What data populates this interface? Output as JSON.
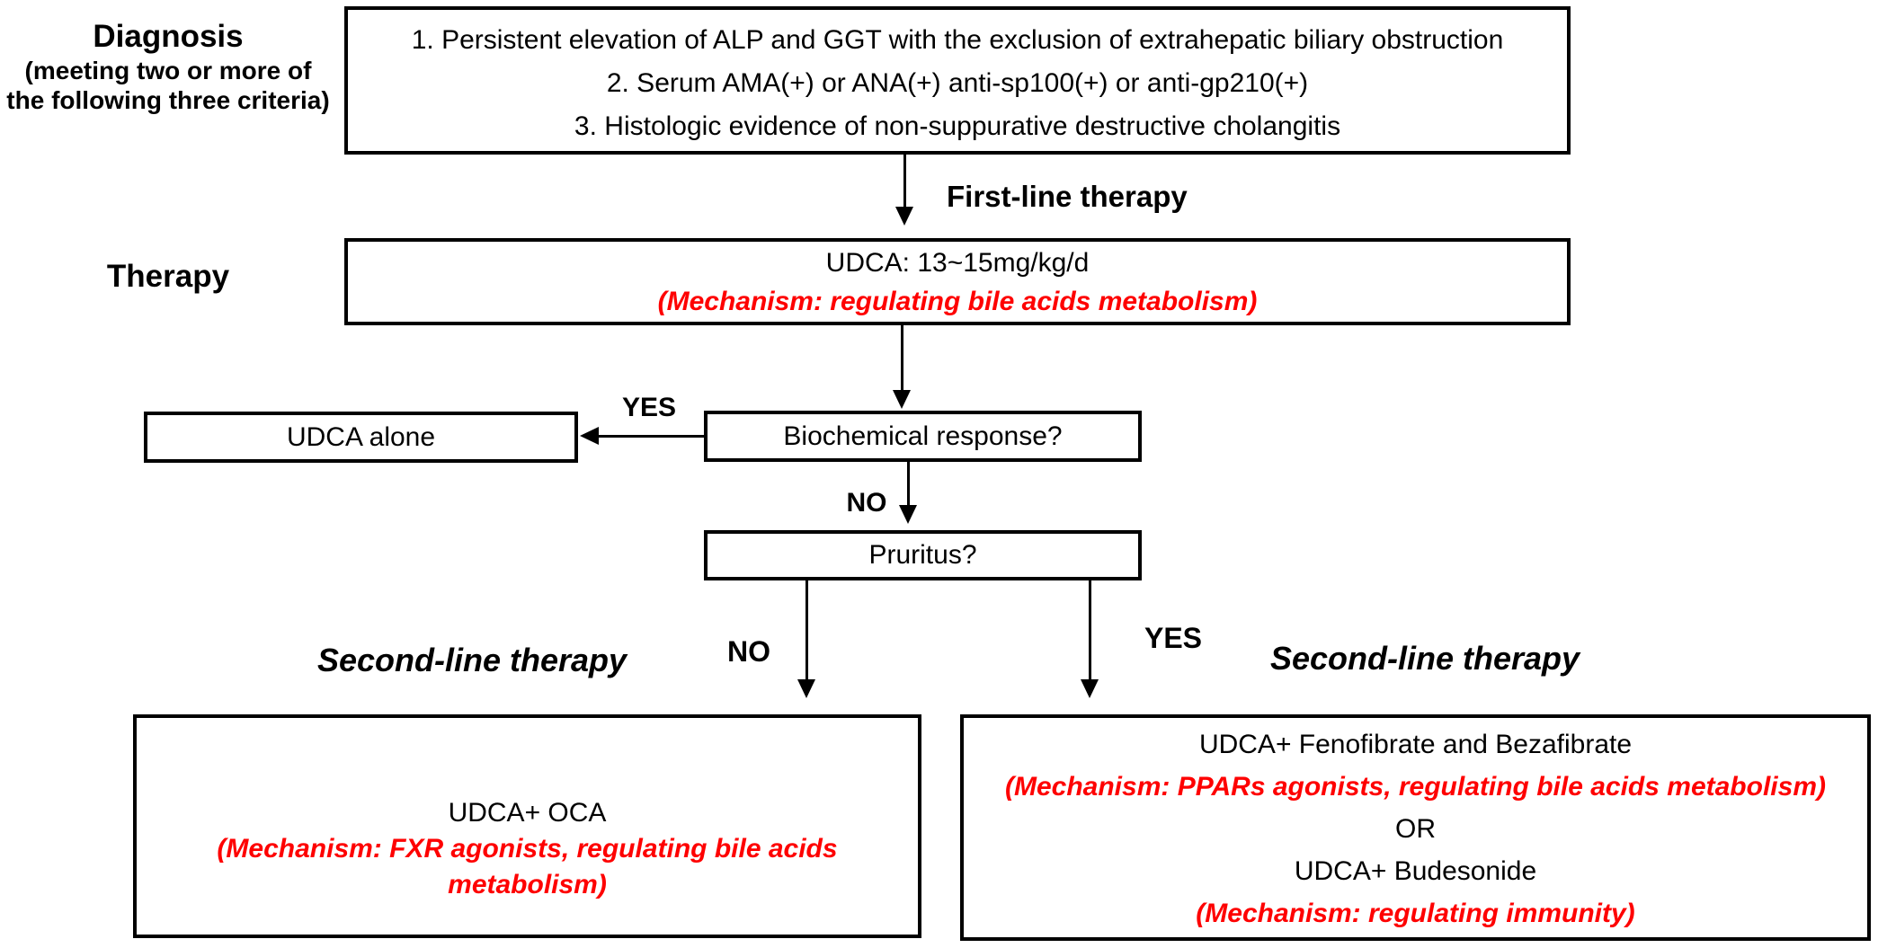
{
  "labels": {
    "diagnosis_title": "Diagnosis",
    "diagnosis_sub1": "(meeting two or more of",
    "diagnosis_sub2": "the following three criteria)",
    "therapy": "Therapy",
    "first_line": "First-line therapy",
    "second_line_left": "Second-line therapy",
    "second_line_right": "Second-line therapy",
    "yes_biochemical": "YES",
    "no_biochemical": "NO",
    "no_pruritus": "NO",
    "yes_pruritus": "YES"
  },
  "boxes": {
    "criteria": {
      "line1": "1. Persistent elevation of ALP and GGT with the exclusion of extrahepatic biliary obstruction",
      "line2": "2. Serum AMA(+) or ANA(+) anti-sp100(+) or anti-gp210(+)",
      "line3": "3. Histologic evidence of non-suppurative destructive cholangitis"
    },
    "first_line_therapy": {
      "drug": "UDCA: 13~15mg/kg/d",
      "mechanism": "(Mechanism: regulating bile acids metabolism)"
    },
    "biochemical_response": {
      "question": "Biochemical response?"
    },
    "udca_alone": {
      "text": "UDCA alone"
    },
    "pruritus": {
      "question": "Pruritus?"
    },
    "second_line_no_pruritus": {
      "drug": "UDCA+ OCA",
      "mechanism_line1": "(Mechanism: FXR agonists, regulating bile acids",
      "mechanism_line2": "metabolism)"
    },
    "second_line_pruritus": {
      "drug1": "UDCA+ Fenofibrate and Bezafibrate",
      "mechanism1": "(Mechanism: PPARs agonists, regulating bile acids metabolism)",
      "or": "OR",
      "drug2": "UDCA+ Budesonide",
      "mechanism2": "(Mechanism: regulating immunity)"
    }
  },
  "colors": {
    "accent_red": "#fe0000",
    "line_black": "#000000"
  }
}
